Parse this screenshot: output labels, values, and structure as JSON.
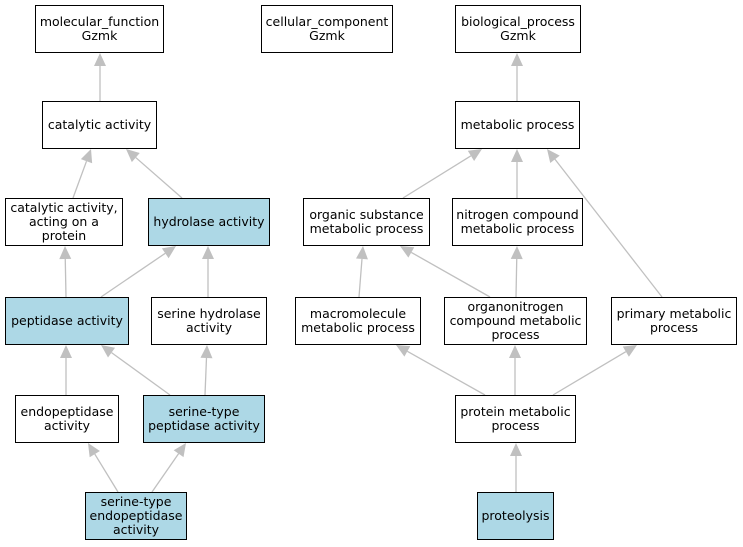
{
  "colors": {
    "highlight": "#add8e6",
    "edge": "#c0c0c0",
    "border": "#000000"
  },
  "nodes": [
    {
      "id": "mf",
      "label": "molecular_function\nGzmk",
      "highlighted": false
    },
    {
      "id": "cc",
      "label": "cellular_component\nGzmk",
      "highlighted": false
    },
    {
      "id": "bp",
      "label": "biological_process\nGzmk",
      "highlighted": false
    },
    {
      "id": "cat",
      "label": "catalytic activity",
      "highlighted": false
    },
    {
      "id": "met",
      "label": "metabolic process",
      "highlighted": false
    },
    {
      "id": "catp",
      "label": "catalytic activity,\nacting on a\nprotein",
      "highlighted": false
    },
    {
      "id": "hyd",
      "label": "hydrolase activity",
      "highlighted": true
    },
    {
      "id": "orgsub",
      "label": "organic substance\nmetabolic process",
      "highlighted": false
    },
    {
      "id": "nitro",
      "label": "nitrogen compound\nmetabolic process",
      "highlighted": false
    },
    {
      "id": "pep",
      "label": "peptidase activity",
      "highlighted": true
    },
    {
      "id": "serhyd",
      "label": "serine hydrolase\nactivity",
      "highlighted": false
    },
    {
      "id": "macro",
      "label": "macromolecule\nmetabolic process",
      "highlighted": false
    },
    {
      "id": "orgnit",
      "label": "organonitrogen\ncompound metabolic\nprocess",
      "highlighted": false
    },
    {
      "id": "prim",
      "label": "primary metabolic\nprocess",
      "highlighted": false
    },
    {
      "id": "endo",
      "label": "endopeptidase\nactivity",
      "highlighted": false
    },
    {
      "id": "serpep",
      "label": "serine-type\npeptidase activity",
      "highlighted": true
    },
    {
      "id": "protm",
      "label": "protein metabolic\nprocess",
      "highlighted": false
    },
    {
      "id": "serendo",
      "label": "serine-type\nendopeptidase\nactivity",
      "highlighted": true
    },
    {
      "id": "proteo",
      "label": "proteolysis",
      "highlighted": true
    }
  ],
  "edges": [
    [
      "cat",
      "mf"
    ],
    [
      "catp",
      "cat"
    ],
    [
      "hyd",
      "cat"
    ],
    [
      "pep",
      "catp"
    ],
    [
      "pep",
      "hyd"
    ],
    [
      "serhyd",
      "hyd"
    ],
    [
      "endo",
      "pep"
    ],
    [
      "serpep",
      "pep"
    ],
    [
      "serpep",
      "serhyd"
    ],
    [
      "serendo",
      "endo"
    ],
    [
      "serendo",
      "serpep"
    ],
    [
      "met",
      "bp"
    ],
    [
      "orgsub",
      "met"
    ],
    [
      "nitro",
      "met"
    ],
    [
      "prim",
      "met"
    ],
    [
      "macro",
      "orgsub"
    ],
    [
      "orgnit",
      "orgsub"
    ],
    [
      "orgnit",
      "nitro"
    ],
    [
      "protm",
      "macro"
    ],
    [
      "protm",
      "orgnit"
    ],
    [
      "protm",
      "prim"
    ],
    [
      "proteo",
      "protm"
    ]
  ]
}
